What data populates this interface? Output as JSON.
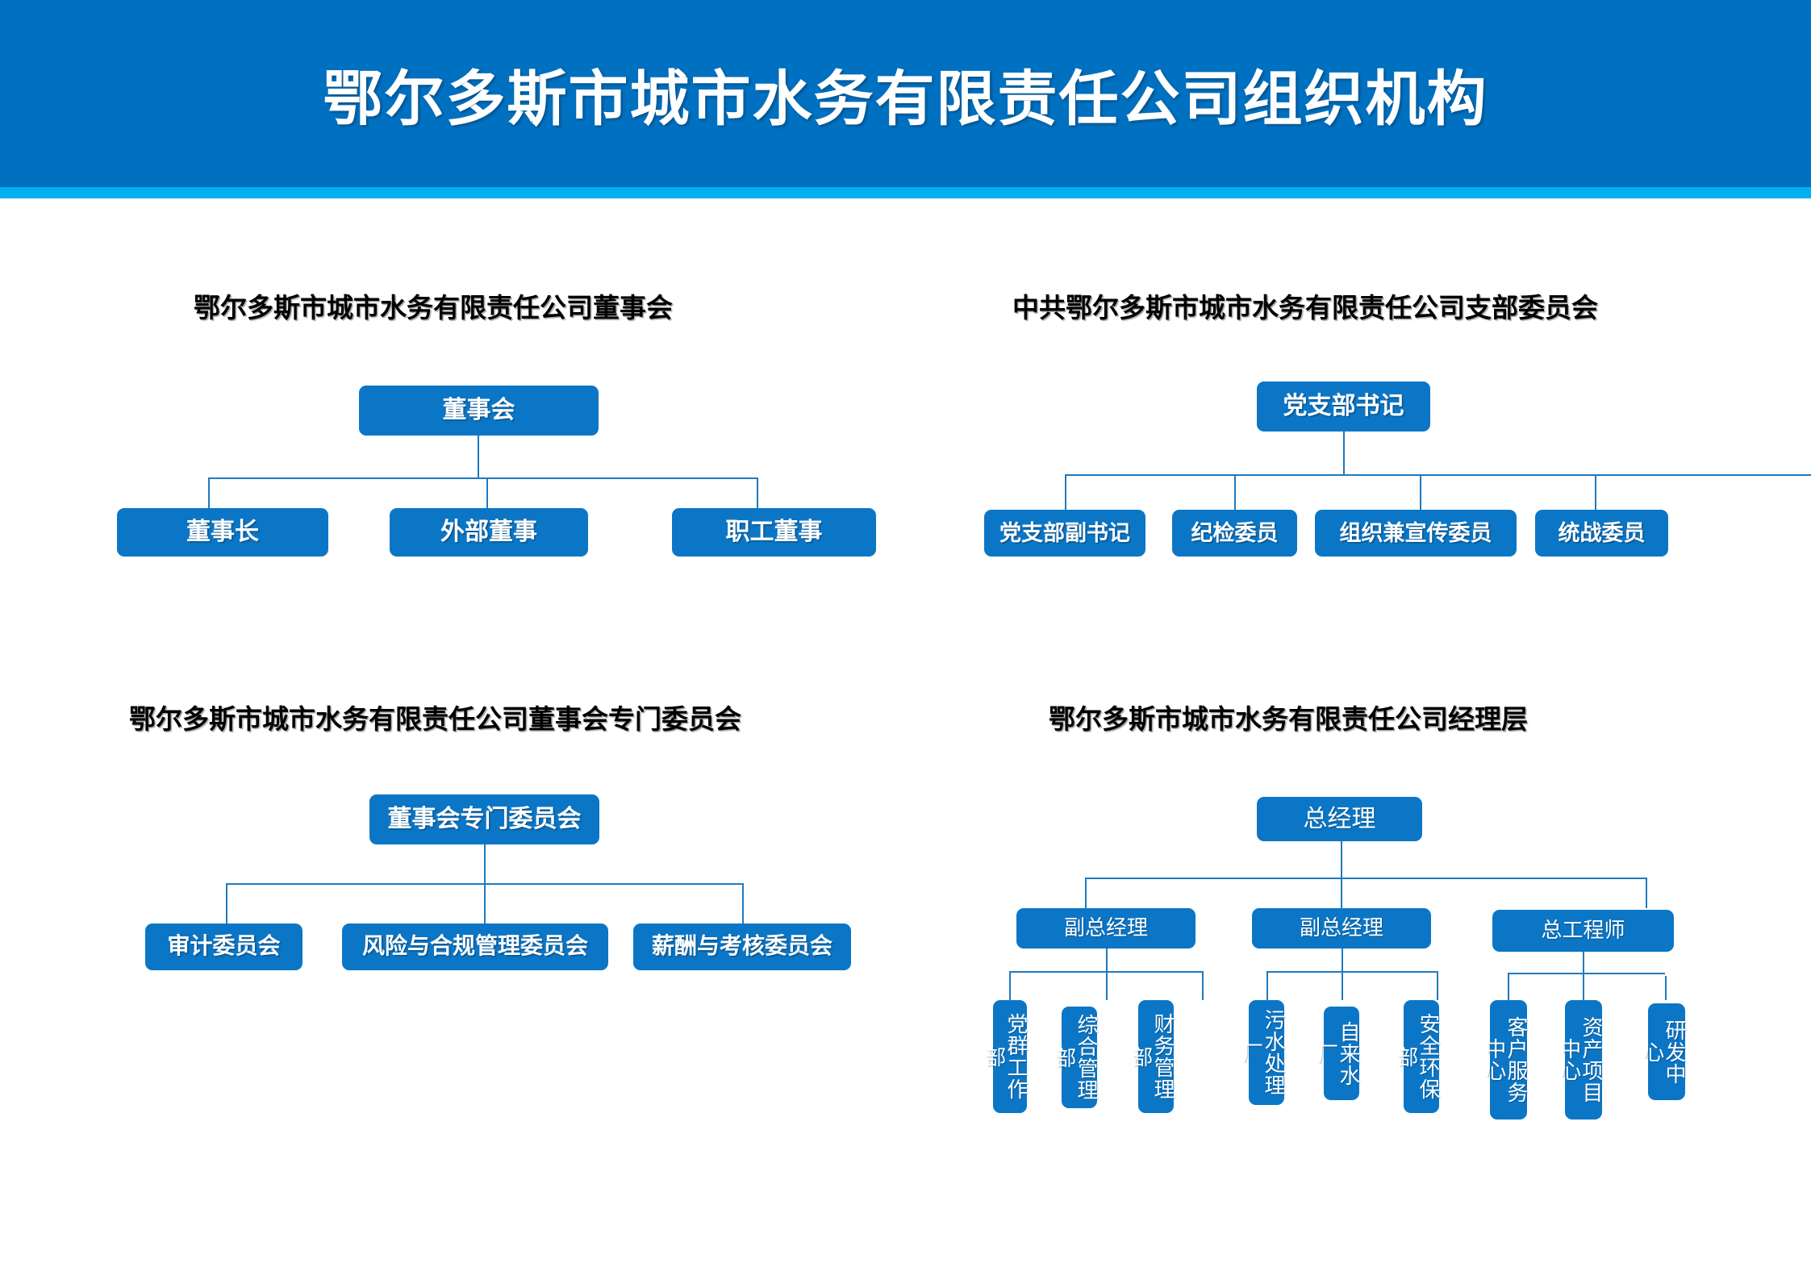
{
  "header": {
    "title": "鄂尔多斯市城市水务有限责任公司组织机构",
    "bg_color": "#0070c0",
    "strip_color": "#00b0f0",
    "text_color": "#ffffff"
  },
  "theme": {
    "node_fill": "#0c76c6",
    "connector": "#1f7ac0",
    "title_color": "#000000",
    "page_bg": "#ffffff"
  },
  "sections": [
    {
      "id": "board",
      "title": "鄂尔多斯市城市水务有限责任公司董事会",
      "root": "董事会",
      "children": [
        "董事长",
        "外部董事",
        "职工董事"
      ]
    },
    {
      "id": "party-branch",
      "title": "中共鄂尔多斯市城市水务有限责任公司支部委员会",
      "root": "党支部书记",
      "children": [
        "党支部副书记",
        "纪检委员",
        "组织兼宣传委员",
        "统战委员"
      ]
    },
    {
      "id": "board-committees",
      "title": "鄂尔多斯市城市水务有限责任公司董事会专门委员会",
      "root": "董事会专门委员会",
      "children": [
        "审计委员会",
        "风险与合规管理委员会",
        "薪酬与考核委员会"
      ]
    },
    {
      "id": "management",
      "title": "鄂尔多斯市城市水务有限责任公司经理层",
      "root": "总经理",
      "level2": [
        "副总经理",
        "副总经理",
        "总工程师"
      ],
      "level3": [
        [
          "党群工作部",
          "综合管理部",
          "财务管理部"
        ],
        [
          "污水处理厂",
          "自来水厂",
          "安全环保部"
        ],
        [
          "客户服务中心",
          "资产项目中心",
          "研发中心"
        ]
      ]
    }
  ]
}
